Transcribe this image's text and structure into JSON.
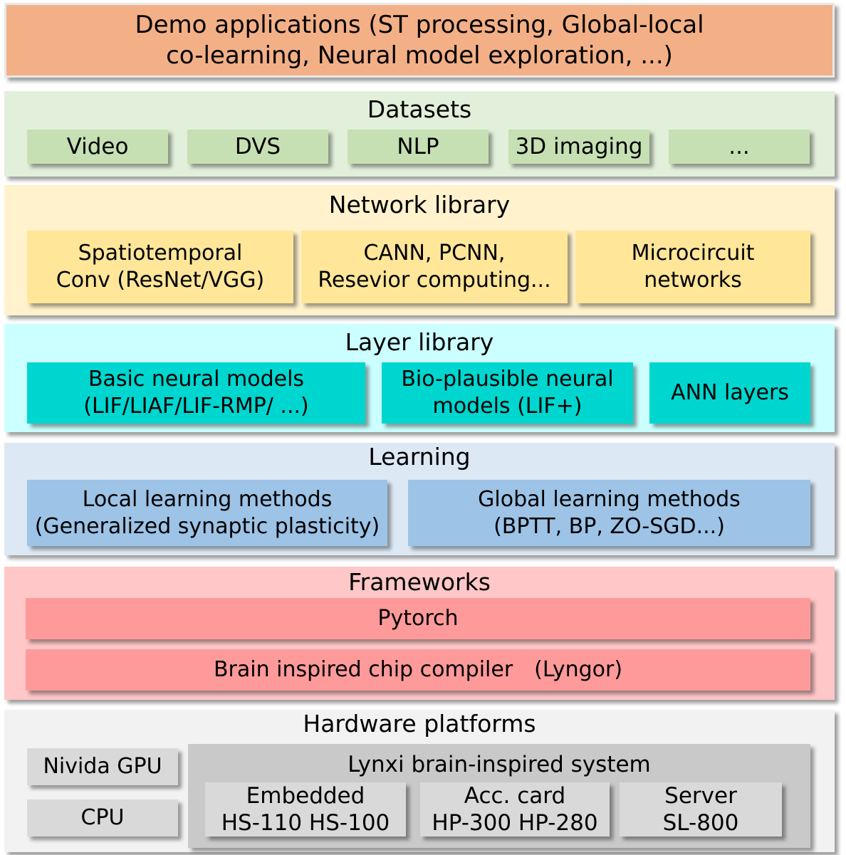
{
  "demo": {
    "text": "Demo applications (ST processing, Global-local\nco-learning, Neural model exploration, ...)"
  },
  "datasets": {
    "title": "Datasets",
    "items": [
      "Video",
      "DVS",
      "NLP",
      "3D imaging",
      "..."
    ]
  },
  "network_library": {
    "title": "Network library",
    "items": [
      "Spatiotemporal\nConv (ResNet/VGG)",
      "CANN, PCNN,\nResevior computing...",
      "Microcircuit\nnetworks"
    ]
  },
  "layer_library": {
    "title": "Layer library",
    "items": [
      "Basic neural models\n(LIF/LIAF/LIF-RMP/ ...)",
      "Bio-plausible neural\nmodels (LIF+)",
      "ANN layers"
    ]
  },
  "learning": {
    "title": "Learning",
    "items": [
      "Local learning methods\n(Generalized synaptic plasticity)",
      "Global learning methods\n(BPTT, BP, ZO-SGD...)"
    ]
  },
  "frameworks": {
    "title": "Frameworks",
    "items": [
      "Pytorch",
      "Brain inspired chip compiler　(Lyngor)"
    ]
  },
  "hardware": {
    "title": "Hardware platforms",
    "left_items": [
      "Nivida GPU",
      "CPU"
    ],
    "lynxi": {
      "title": "Lynxi brain-inspired system",
      "items": [
        "Embedded\nHS-110 HS-100",
        "Acc. card\nHP-300 HP-280",
        "Server\nSL-800"
      ]
    }
  },
  "colors": {
    "demo": "#f3b087",
    "datasets_panel": "#e2efda",
    "datasets_box": "#c6e0b4",
    "network_panel": "#fff2cc",
    "network_box": "#ffe699",
    "layer_panel": "#ccffff",
    "layer_box": "#00d6d0",
    "learning_panel": "#dde8f5",
    "learning_box": "#9dc3e6",
    "frameworks_panel": "#ffc7c7",
    "frameworks_box": "#ff9a9a",
    "hardware_panel": "#f2f2f2",
    "hardware_box": "#d9d9d9",
    "lynxi_box": "#c9c9c9"
  }
}
